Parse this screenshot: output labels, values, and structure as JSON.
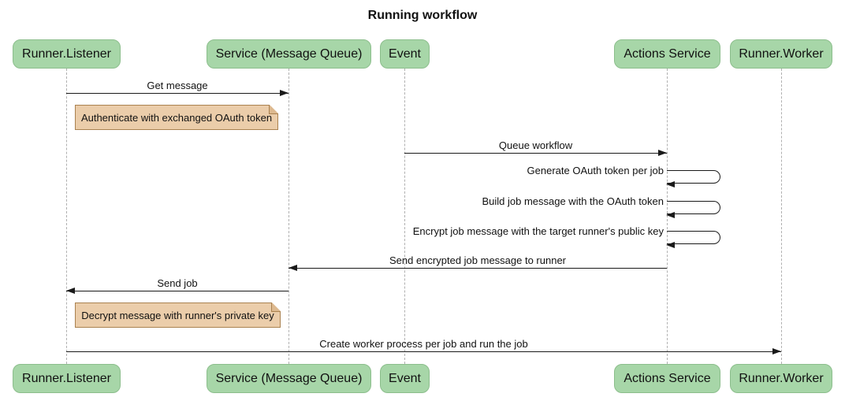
{
  "title": "Running workflow",
  "actors": [
    {
      "id": "runner-listener",
      "label": "Runner.Listener"
    },
    {
      "id": "service-message-queue",
      "label": "Service (Message Queue)"
    },
    {
      "id": "event",
      "label": "Event"
    },
    {
      "id": "actions-service",
      "label": "Actions Service"
    },
    {
      "id": "runner-worker",
      "label": "Runner.Worker"
    }
  ],
  "messages": [
    {
      "label": "Get message",
      "from": "Runner.Listener",
      "to": "Service (Message Queue)",
      "direction": "right"
    },
    {
      "label": "Queue workflow",
      "from": "Event",
      "to": "Actions Service",
      "direction": "right"
    },
    {
      "label": "Generate OAuth token per job",
      "from": "Actions Service",
      "to": "Actions Service",
      "direction": "self"
    },
    {
      "label": "Build job message with the OAuth token",
      "from": "Actions Service",
      "to": "Actions Service",
      "direction": "self"
    },
    {
      "label": "Encrypt job message with the target runner's public key",
      "from": "Actions Service",
      "to": "Actions Service",
      "direction": "self"
    },
    {
      "label": "Send encrypted job message to runner",
      "from": "Actions Service",
      "to": "Service (Message Queue)",
      "direction": "left"
    },
    {
      "label": "Send job",
      "from": "Service (Message Queue)",
      "to": "Runner.Listener",
      "direction": "left"
    },
    {
      "label": "Create worker process per job and run the job",
      "from": "Runner.Listener",
      "to": "Runner.Worker",
      "direction": "right"
    }
  ],
  "notes": [
    {
      "label": "Authenticate with exchanged OAuth token",
      "over": "Runner.Listener"
    },
    {
      "label": "Decrypt message with runner's private key",
      "over": "Runner.Listener"
    }
  ],
  "colors": {
    "actor_fill": "#A7D6A8",
    "actor_border": "#8CBE8C",
    "note_fill": "#EBCDAA",
    "note_border": "#AA8250",
    "line": "#1a1a1a",
    "lifeline": "#B0B0B0"
  }
}
